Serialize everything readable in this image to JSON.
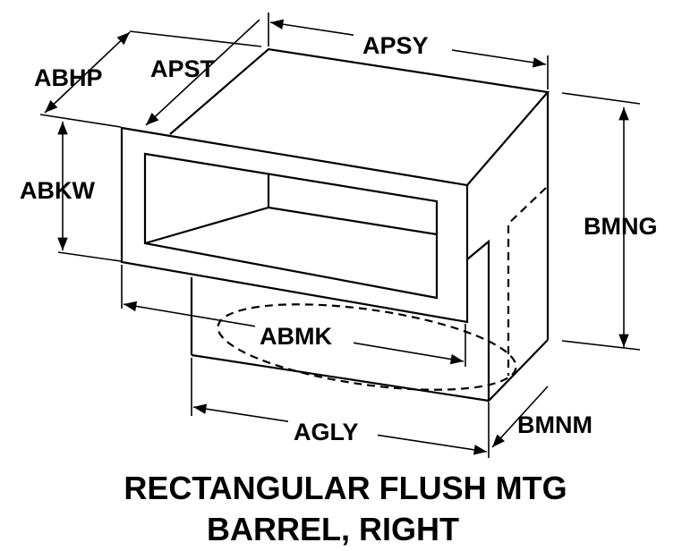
{
  "diagram": {
    "labels": {
      "abhp": "ABHP",
      "apst": "APST",
      "apsy": "APSY",
      "abkw": "ABKW",
      "bmng": "BMNG",
      "abmk": "ABMK",
      "agly": "AGLY",
      "bmnm": "BMNM"
    },
    "title_line1": "RECTANGULAR FLUSH MTG",
    "title_line2": "BARREL, RIGHT"
  }
}
